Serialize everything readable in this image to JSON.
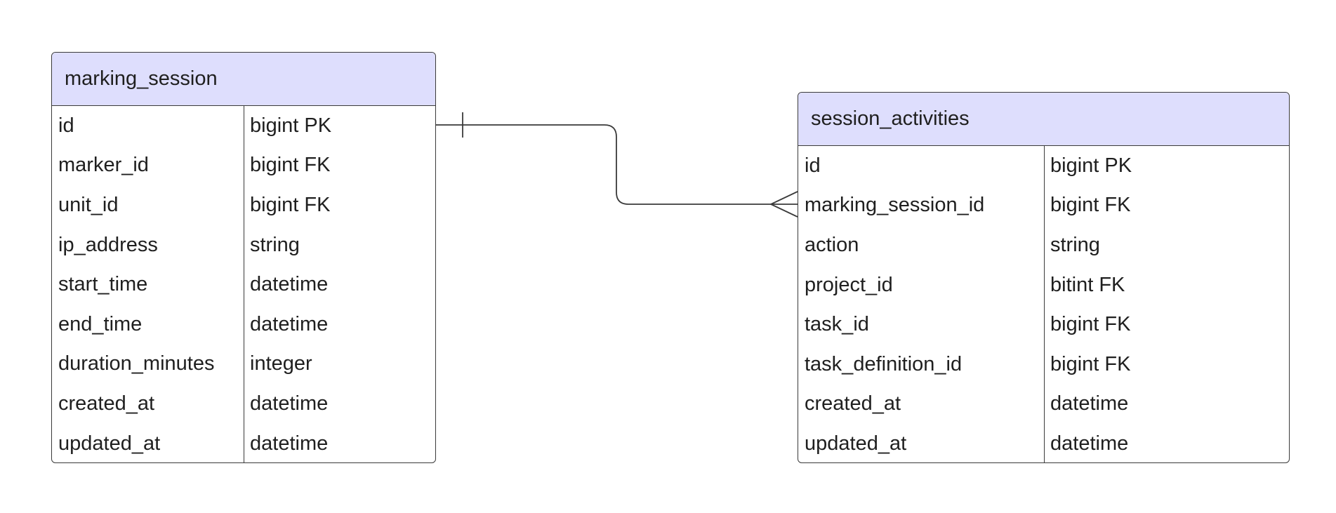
{
  "entities": [
    {
      "name": "marking_session",
      "attributes": [
        {
          "name": "id",
          "type": "bigint PK"
        },
        {
          "name": "marker_id",
          "type": "bigint FK"
        },
        {
          "name": "unit_id",
          "type": "bigint FK"
        },
        {
          "name": "ip_address",
          "type": "string"
        },
        {
          "name": "start_time",
          "type": "datetime"
        },
        {
          "name": "end_time",
          "type": "datetime"
        },
        {
          "name": "duration_minutes",
          "type": "integer"
        },
        {
          "name": "created_at",
          "type": "datetime"
        },
        {
          "name": "updated_at",
          "type": "datetime"
        }
      ]
    },
    {
      "name": "session_activities",
      "attributes": [
        {
          "name": "id",
          "type": "bigint PK"
        },
        {
          "name": "marking_session_id",
          "type": "bigint FK"
        },
        {
          "name": "action",
          "type": "string"
        },
        {
          "name": "project_id",
          "type": "bitint FK"
        },
        {
          "name": "task_id",
          "type": "bigint FK"
        },
        {
          "name": "task_definition_id",
          "type": "bigint FK"
        },
        {
          "name": "created_at",
          "type": "datetime"
        },
        {
          "name": "updated_at",
          "type": "datetime"
        }
      ]
    }
  ],
  "relationships": [
    {
      "from": "marking_session.id",
      "to": "session_activities.marking_session_id",
      "cardinality": "one-to-many"
    }
  ],
  "colors": {
    "header_fill": "#dedefd",
    "border": "#3a3a3a",
    "text": "#1f1f1f"
  }
}
